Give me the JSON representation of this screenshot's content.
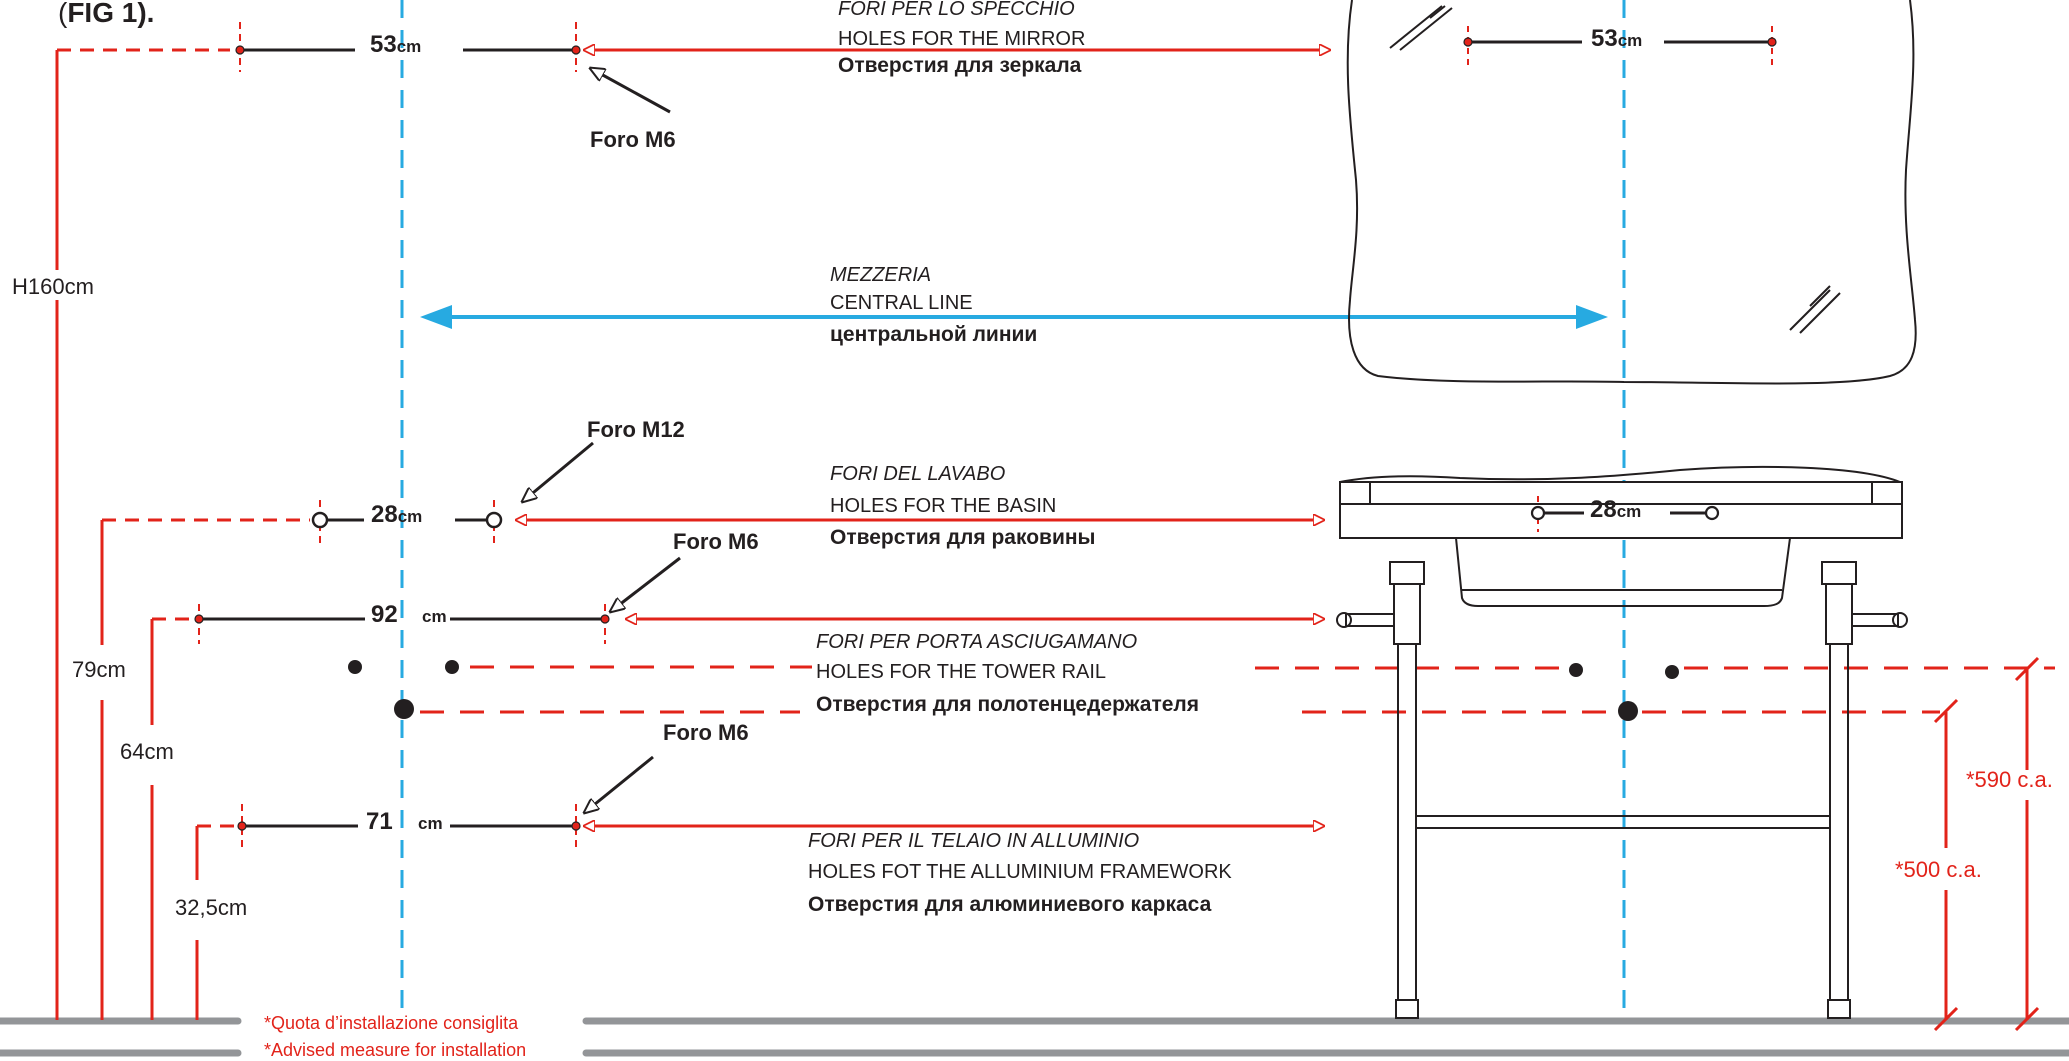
{
  "fig_label_prefix": "(",
  "fig_label": "FIG 1).",
  "mirror": {
    "label_it": "FORI PER LO SPECCHIO",
    "label_en": "HOLES FOR THE MIRROR",
    "label_ru": "Отверстия для зеркала",
    "hole_label": "Foro M6",
    "dimension": "53",
    "unit": "cm"
  },
  "central": {
    "label_it": "MEZZERIA",
    "label_en": "CENTRAL LINE",
    "label_ru": "центральной линии"
  },
  "basin": {
    "label_it": "FORI DEL LAVABO",
    "label_en": "HOLES FOR THE BASIN",
    "label_ru": "Отверстия для раковины",
    "hole_label": "Foro M12",
    "dimension": "28",
    "unit": "cm"
  },
  "rail_holes": {
    "hole_label": "Foro M6",
    "dimension": "92",
    "unit": "cm"
  },
  "towel": {
    "label_it": "FORI PER PORTA ASCIUGAMANO",
    "label_en": "HOLES FOR THE TOWER RAIL",
    "label_ru": "Отверстия для полотенцедержателя"
  },
  "frame": {
    "label_it": "FORI PER IL TELAIO IN ALLUMINIO",
    "label_en": "HOLES FOT THE ALLUMINIUM FRAMEWORK",
    "label_ru": "Отверстия для алюминиевого каркаса",
    "hole_label": "Foro M6",
    "dimension": "71",
    "unit": "cm"
  },
  "heights": {
    "h160": "H160cm",
    "h79": "79cm",
    "h64": "64cm",
    "h325": "32,5cm",
    "h590": "*590 c.a.",
    "h500": "*500 c.a."
  },
  "footnotes": {
    "it": "*Quota d’installazione consiglita",
    "en": "*Advised measure for installation"
  },
  "colors": {
    "red": "#e2231a",
    "blue": "#27aae1",
    "dark": "#231f20",
    "gray": "#939598"
  }
}
